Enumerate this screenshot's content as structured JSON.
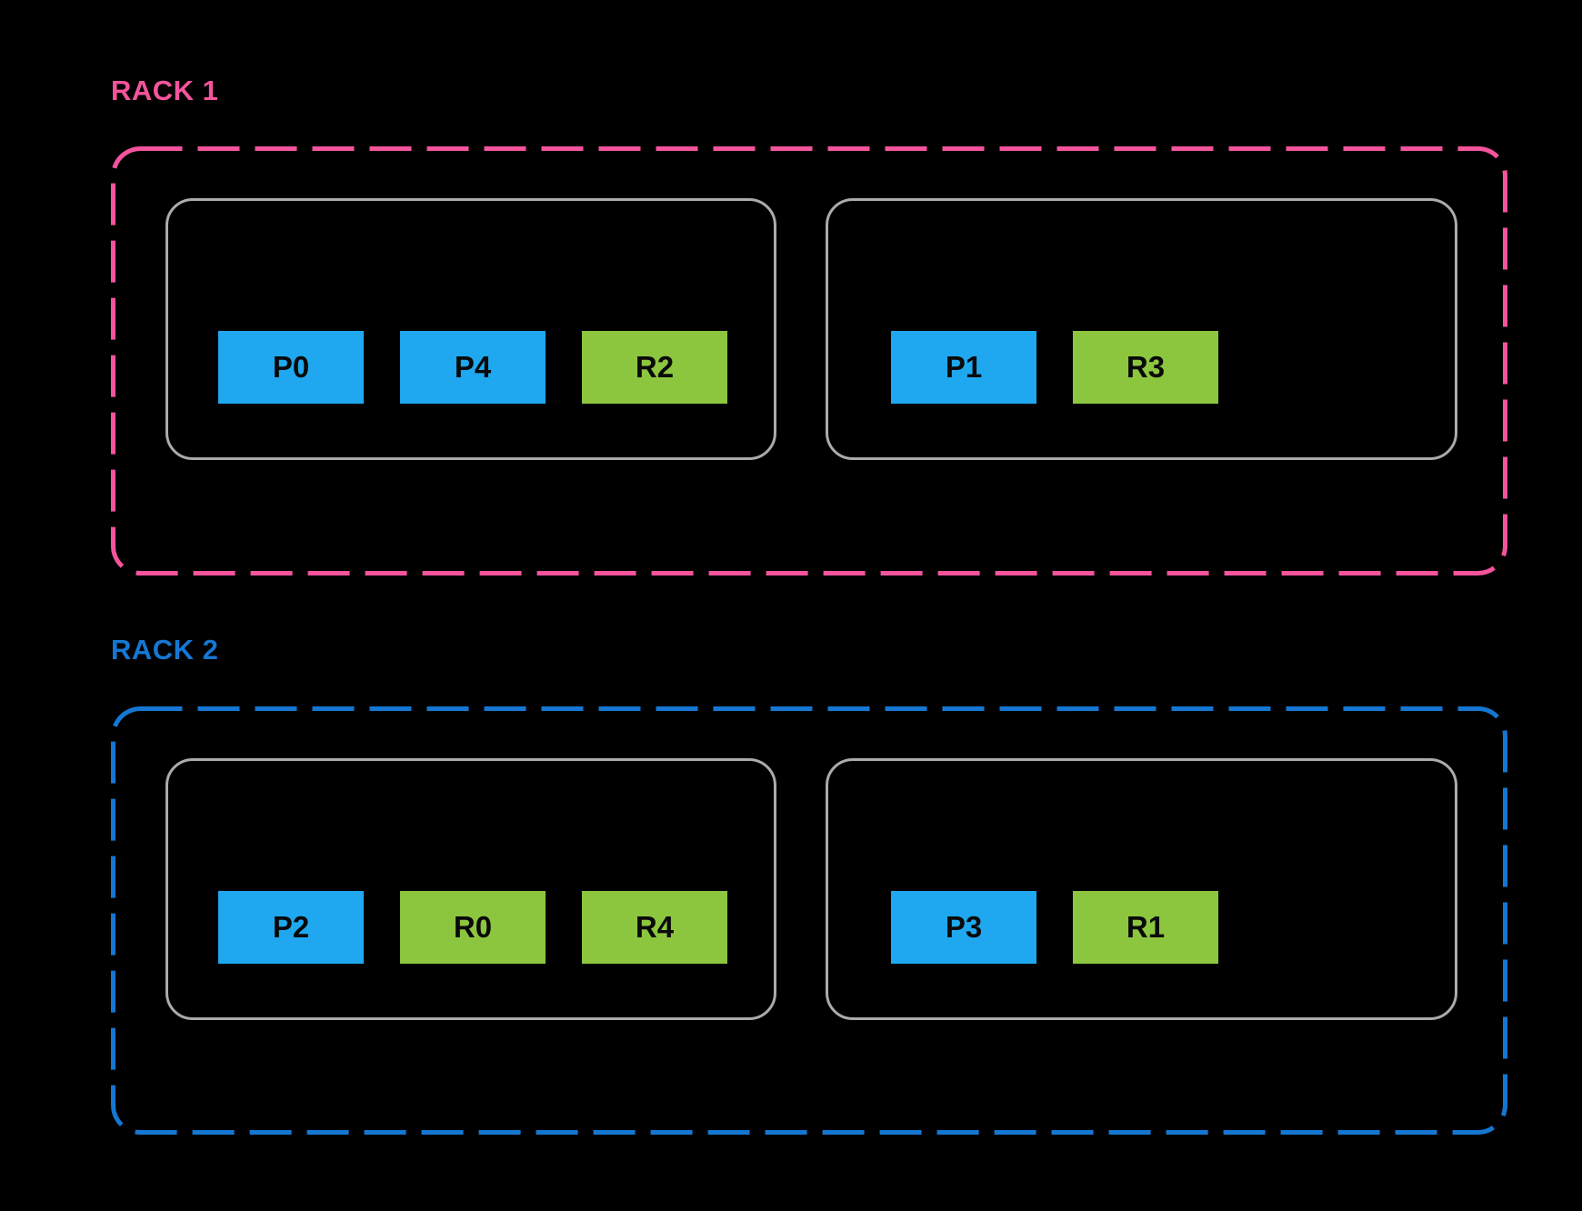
{
  "palette": {
    "bg": "#000000",
    "rack1-pink": "#F3549C",
    "rack2-blue": "#1577D2",
    "node-border": "#ABABAB",
    "chip-blue": "#1FA8F0",
    "chip-green": "#8CC63F",
    "chip-text": "#0A0A0A"
  },
  "racks": [
    {
      "label": "RACK 1",
      "label_color": "#F3549C",
      "border_color": "#F3549C",
      "border_style": "dashed",
      "nodes": [
        {
          "chips": [
            {
              "label": "P0",
              "color_key": "chip-blue"
            },
            {
              "label": "P4",
              "color_key": "chip-blue"
            },
            {
              "label": "R2",
              "color_key": "chip-green"
            }
          ]
        },
        {
          "chips": [
            {
              "label": "P1",
              "color_key": "chip-blue"
            },
            {
              "label": "R3",
              "color_key": "chip-green"
            }
          ]
        }
      ]
    },
    {
      "label": "RACK 2",
      "label_color": "#1577D2",
      "border_color": "#1577D2",
      "border_style": "dashed",
      "nodes": [
        {
          "chips": [
            {
              "label": "P2",
              "color_key": "chip-blue"
            },
            {
              "label": "R0",
              "color_key": "chip-green"
            },
            {
              "label": "R4",
              "color_key": "chip-green"
            }
          ]
        },
        {
          "chips": [
            {
              "label": "P3",
              "color_key": "chip-blue"
            },
            {
              "label": "R1",
              "color_key": "chip-green"
            }
          ]
        }
      ]
    }
  ]
}
